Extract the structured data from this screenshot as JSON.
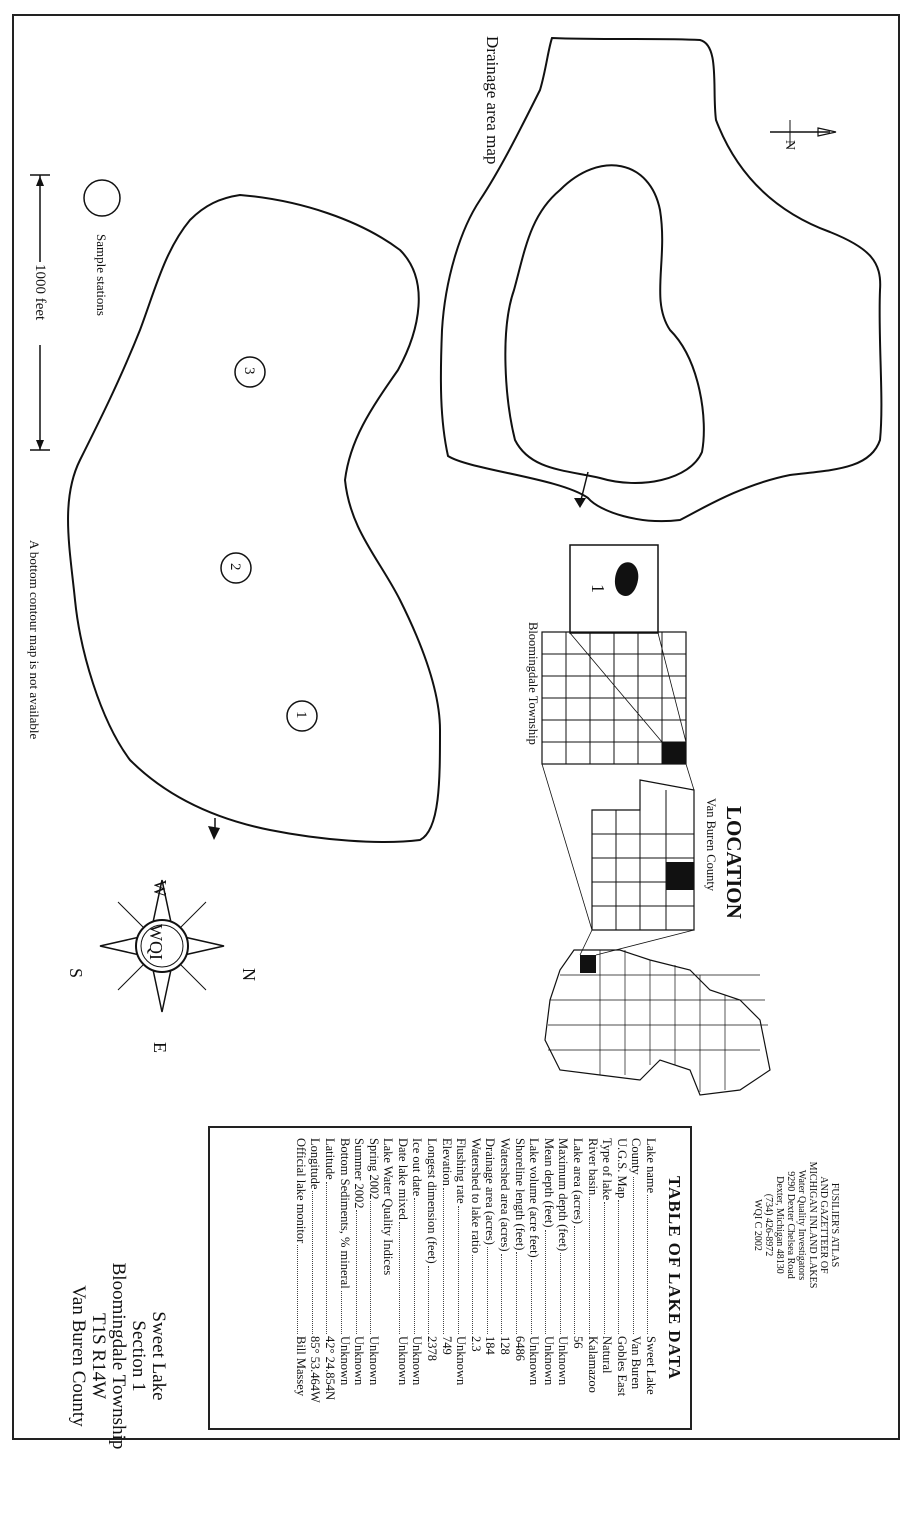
{
  "drainage_title": "Drainage area map",
  "scale_label": "1000 feet",
  "sample_stations_label": "Sample stations",
  "station_labels": [
    "1",
    "2",
    "3"
  ],
  "no_contour_note": "A bottom contour map is not available",
  "north_arrow_label": "N",
  "location": {
    "title": "LOCATION",
    "county_label": "Van Buren County",
    "township_label": "Bloomingdale Township",
    "section_number": "1"
  },
  "compass": {
    "center": "WQI",
    "n": "N",
    "s": "S",
    "e": "E",
    "w": "W"
  },
  "credit": {
    "line1": "FUSILIER'S ATLAS",
    "line2": "AND GAZETTEER OF",
    "line3": "MICHIGAN INLAND LAKES",
    "line4": "Water Quality Investigators",
    "line5": "9290 Dexter Chelsea Road",
    "line6": "Dexter, Michigan 48130",
    "line7": "(734) 426-8972",
    "line8": "WQI  C 2002"
  },
  "table": {
    "title": "TABLE OF LAKE DATA",
    "rows": [
      {
        "label": "Lake name",
        "value": "Sweet Lake"
      },
      {
        "label": "County",
        "value": "Van Buren"
      },
      {
        "label": "U.G.S. Map",
        "value": "Gobles East"
      },
      {
        "label": "Type of lake",
        "value": "Natural"
      },
      {
        "label": "River basin",
        "value": "Kalamazoo"
      },
      {
        "label": "Lake area (acres)",
        "value": "56"
      },
      {
        "label": "Maximum depth (feet)",
        "value": "Unknown"
      },
      {
        "label": "Mean depth (feet)",
        "value": "Unknown"
      },
      {
        "label": "Lake volume (acre feet)",
        "value": "Unknown"
      },
      {
        "label": "Shoreline length (feet)",
        "value": "6486"
      },
      {
        "label": "Watershed area (acres)",
        "value": "128"
      },
      {
        "label": "Drainage area (acres)",
        "value": "184"
      },
      {
        "label": "Watershed to lake ratio",
        "value": "2.3"
      },
      {
        "label": "Flushing rate",
        "value": "Unknown"
      },
      {
        "label": "Elevation",
        "value": "749"
      },
      {
        "label": "Longest dimension (feet)",
        "value": "2378"
      },
      {
        "label": "Ice out date",
        "value": "Unknown"
      },
      {
        "label": "Date lake mixed",
        "value": "Unknown"
      },
      {
        "label": "Lake Water Quality Indices",
        "value": ""
      },
      {
        "label": "Spring 2002",
        "value": "Unknown"
      },
      {
        "label": "Summer 2002",
        "value": "Unknown"
      },
      {
        "label": "Bottom Sediments, % mineral",
        "value": "Unknown"
      },
      {
        "label": "Latitude",
        "value": "42° 24.854N"
      },
      {
        "label": "Longitude",
        "value": "85° 53.464W"
      },
      {
        "label": "Official lake monitor",
        "value": "Bill Massey"
      }
    ]
  },
  "caption": {
    "line1": "Sweet Lake",
    "line2": "Section 1",
    "line3": "Bloomingdale Township",
    "line4": "T1S R14W",
    "line5": "Van Buren County"
  }
}
